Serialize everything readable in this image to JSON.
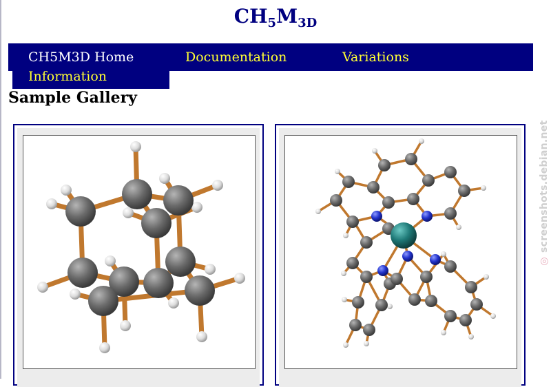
{
  "header": {
    "title_base": "CH",
    "title_sub1": "5",
    "title_mid": "M",
    "title_sub2": "3D"
  },
  "nav": {
    "home": "CH5M3D Home",
    "documentation": "Documentation",
    "variations": "Variations",
    "information": "Information"
  },
  "gallery": {
    "heading": "Sample Gallery",
    "items": [
      {
        "alt": "adamantane-like molecule render"
      },
      {
        "alt": "metal complex molecule render"
      }
    ]
  },
  "watermark": "screenshots.debian.net",
  "colors": {
    "nav_bg": "#000080",
    "nav_link": "#ffff33",
    "nav_active": "#ffffff",
    "title": "#000080",
    "carbon": "#6a6a6a",
    "hydrogen": "#e8e8e8",
    "nitrogen": "#2233cc",
    "metal": "#1f7a78",
    "bond": "#c0782e"
  }
}
